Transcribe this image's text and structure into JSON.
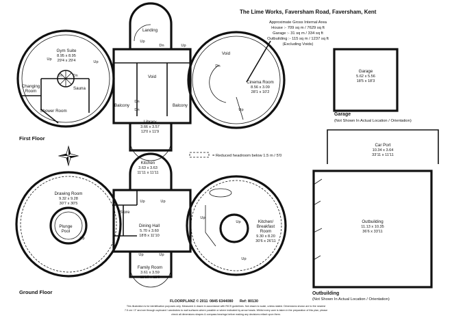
{
  "header": {
    "title": "The Lime Works, Faversham Road, Faversham, Kent",
    "area_title": "Approximate Gross Internal Area",
    "house": "House :- 709 sq m / 7629 sq ft",
    "garage": "Garage :- 31 sq m / 334 sq ft",
    "outbuilding": "Outbuilding :- 115 sq m / 1237 sq ft",
    "excluding": "(Excluding Voids)"
  },
  "floors": {
    "first": "First Floor",
    "ground": "Ground Floor"
  },
  "rooms": {
    "gym": {
      "name": "Gym Suite",
      "m": "8.95 x 8.95",
      "ft": "29'4 x 29'4"
    },
    "changing": {
      "line1": "Changing",
      "line2": "Room"
    },
    "sauna": "Sauna",
    "shower": "Shower Room",
    "landing": "Landing",
    "void_mid": "Void",
    "balcony_l": "Balcony",
    "balcony_r": "Balcony",
    "library": {
      "name": "Library",
      "m": "3.66 x 3.57",
      "ft": "12'0 x 11'9"
    },
    "void_right": "Void",
    "cinema": {
      "name": "Cinema Room",
      "m": "8.56 x 3.09",
      "ft": "28'1 x 10'2"
    },
    "garage": {
      "name": "Garage",
      "m": "5.62 x 5.56",
      "ft": "18'5 x 18'3"
    },
    "carport": {
      "name": "Car Port",
      "m": "10.34 x 3.64",
      "ft": "33'11 x 11'11"
    },
    "kitchen": {
      "name": "Kitchen",
      "m": "3.63 x 3.63",
      "ft": "11'11 x 11'11"
    },
    "drawing": {
      "name": "Drawing Room",
      "m": "9.32 x 9.28",
      "ft": "30'7 x 30'5"
    },
    "plunge": {
      "line1": "Plunge",
      "line2": "Pool"
    },
    "store": "Store",
    "dining": {
      "name": "Dining Hall",
      "m": "5.70 x 3.60",
      "ft": "18'8 x 11'10"
    },
    "kb": {
      "line1": "Kitchen/",
      "line2": "Breakfast",
      "line3": "Room",
      "m": "9.30 x 8.20",
      "ft": "30'6 x 26'11"
    },
    "family": {
      "name": "Family Room",
      "m": "3.61 x 3.59",
      "ft": "11'10 x 11'9"
    },
    "outbuilding": {
      "name": "Outbuilding",
      "m": "11.13 x 10.35",
      "ft": "36'6 x 33'11"
    }
  },
  "labels": {
    "up": "Up",
    "dn": "Dn",
    "garage_title": "Garage",
    "garage_note": "(Not Shown In Actual Location / Orientation)",
    "outbuilding_title": "Outbuilding",
    "outbuilding_note": "(Not Shown In Actual Location / Orientation)",
    "headroom": "= Reduced headroom below 1.5 m / 5'0",
    "footer_brand": "FLOORPLANZ © 2011",
    "footer_phone": "0845 6344080",
    "footer_ref": "Ref: 80130",
    "disclaimer_1": "This illustration is for identification purposes only. Measured & drawn in accordance with RICS guidelines. Not drawn to scale, unless stated. Dimensions shown are to the nearest",
    "disclaimer_2": "7.5 cm / 3\" and are through cupboard / wardrobes to wall surfaces where possible or where indicated by arrow heads. Whilst every care is taken in the preparation of this plan, please",
    "disclaimer_3": "check all dimensions shapes & compass bearings before making any decisions reliant upon them."
  },
  "icons": {
    "compass": "compass-rose-icon"
  }
}
